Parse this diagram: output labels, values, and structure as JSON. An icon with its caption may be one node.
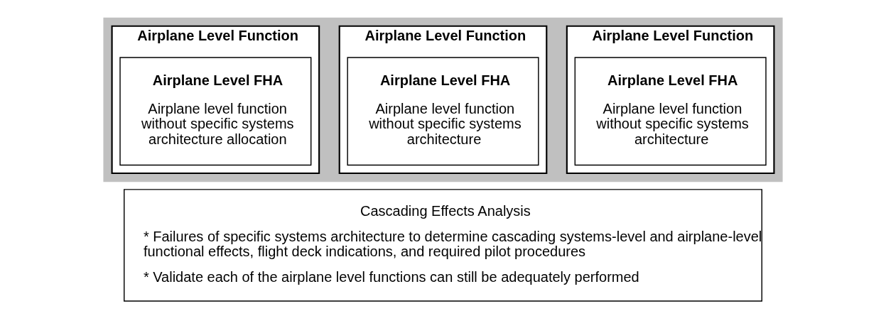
{
  "diagram": {
    "nodes": [
      {
        "text": [],
        "shape": "box"
      },
      {
        "text": [
          "Airplane Level Function"
        ],
        "in": 0
      },
      {
        "text": [
          "Airplane Level FHA",
          "Airplane level function without specific systems architecture allocation"
        ],
        "in": 1
      },
      {
        "text": [
          "Airplane Level Function"
        ],
        "in": 0
      },
      {
        "text": [
          "Airplane Level FHA",
          "Airplane level function without specific systems architecture"
        ],
        "in": 3
      },
      {
        "text": [
          "Airplane Level Function"
        ],
        "in": 0
      },
      {
        "text": [
          "Airplane Level FHA",
          "Airplane level function without specific systems architecture"
        ],
        "in": 5
      },
      {
        "text": [
          "Cascading Effects Analysis",
          "* Failures of specific systems architecture to determine cascading systems-level and airplane-level functional effects, flight deck indications, and required pilot procedures",
          "* Validate each of the airplane level functions can still be adequately performed"
        ]
      }
    ],
    "edges": []
  }
}
